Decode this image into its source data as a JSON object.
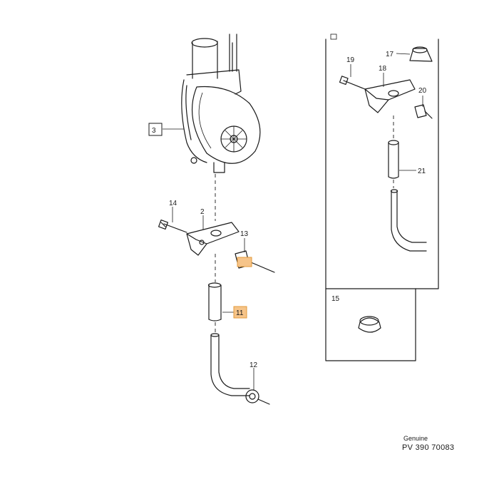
{
  "callouts": {
    "c2": "2",
    "c3": "3",
    "c11": "11",
    "c12": "12",
    "c13": "13",
    "c14": "14",
    "c15": "15",
    "c17": "17",
    "c18": "18",
    "c19": "19",
    "c20": "20",
    "c21": "21"
  },
  "footer": {
    "genuine": "Genuine",
    "part_ref": "PV 390 70083"
  },
  "colors": {
    "highlight_fill": "#f6c489",
    "highlight_stroke": "#e39a3a",
    "line": "#1a1a1a"
  }
}
